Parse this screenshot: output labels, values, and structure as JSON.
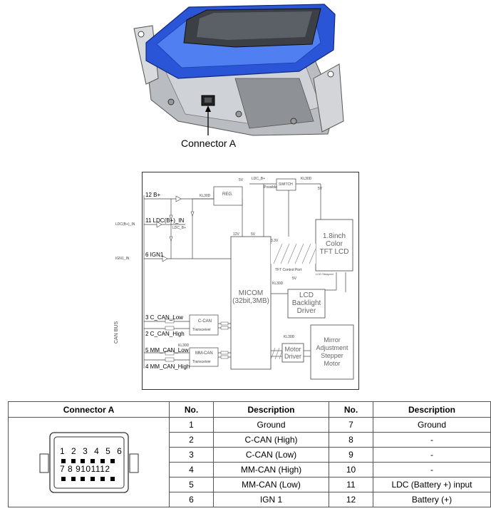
{
  "illustration": {
    "callout_label": "Connector A"
  },
  "schematic": {
    "pins": {
      "p12": "12 B+",
      "p11": "11 LDC(B+)_IN",
      "p6": "6 IGN1",
      "p3": "3 C_CAN_Low",
      "p2": "2 C_CAN_High",
      "p5": "5 MM_CAN_Low",
      "p4": "4 MM_CAN_High"
    },
    "external": {
      "ldc_in": "LDC(B+)_IN",
      "ign1": "IGN1_IN",
      "can_bus": "CAN BUS"
    },
    "blocks": {
      "micom": "MICOM\n(32bit,3MB)",
      "lcd": "1.8inch\nColor\nTFT LCD",
      "backlight": "LCD\nBacklight\nDriver",
      "motor_driver": "Motor\nDriver",
      "mirror": "Mirror\nAdjustment\nStepper\nMotor",
      "ccan": "C-CAN",
      "ccan_sub": "Transceiver",
      "mmcan": "MM-CAN",
      "mmcan_sub": "Transceiver",
      "reg": "REG.",
      "switch": "SWITCH"
    },
    "notes": {
      "kl30_a": "KL30D",
      "kl30_b": "KL30D",
      "kl30_c": "KL30D",
      "kl30_d": "KL30D",
      "kl30_e": "KL30D",
      "ldc_b": "LDC_B+",
      "ldc_b2": "LDC_B+",
      "v12": "12V",
      "v5a": "5V",
      "v5b": "5V",
      "v5c": "5V",
      "v33": "3.3V",
      "v5d": "5V",
      "tft_ctrl": "TFT Control Port",
      "lcd_sleep": "LCD Sleepext",
      "possible": "Possible"
    }
  },
  "table": {
    "headers": [
      "Connector A",
      "No.",
      "Description",
      "No.",
      "Description"
    ],
    "rows": [
      {
        "no_a": "1",
        "desc_a": "Ground",
        "no_b": "7",
        "desc_b": "Ground"
      },
      {
        "no_a": "2",
        "desc_a": "C-CAN (High)",
        "no_b": "8",
        "desc_b": "-"
      },
      {
        "no_a": "3",
        "desc_a": "C-CAN (Low)",
        "no_b": "9",
        "desc_b": "-"
      },
      {
        "no_a": "4",
        "desc_a": "MM-CAN (High)",
        "no_b": "10",
        "desc_b": "-"
      },
      {
        "no_a": "5",
        "desc_a": "MM-CAN (Low)",
        "no_b": "11",
        "desc_b": "LDC (Battery +) input"
      },
      {
        "no_a": "6",
        "desc_a": "IGN 1",
        "no_b": "12",
        "desc_b": "Battery (+)"
      }
    ],
    "connector_top_pins": [
      "1",
      "2",
      "3",
      "4",
      "5",
      "6"
    ],
    "connector_bottom_pins": [
      "7",
      "8",
      "9",
      "10",
      "11",
      "12"
    ]
  }
}
